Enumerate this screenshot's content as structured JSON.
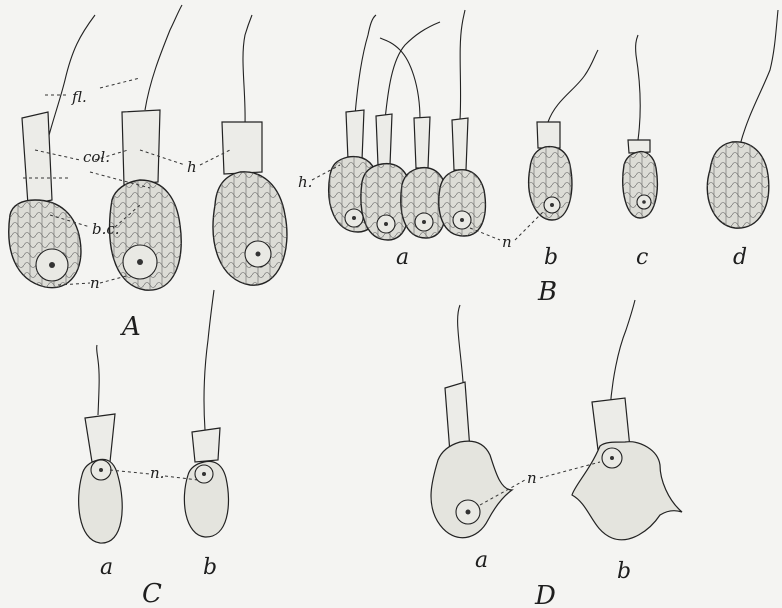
{
  "figure": {
    "panels": {
      "A": {
        "label": "A",
        "annotations": {
          "fl": "fl.",
          "col": "col.",
          "h": "h",
          "bc": "b.c.",
          "n": "n"
        }
      },
      "B": {
        "label": "B",
        "sublabels": [
          "a",
          "b",
          "c",
          "d"
        ],
        "annotations": {
          "h": "h.",
          "n": "n"
        }
      },
      "C": {
        "label": "C",
        "sublabels": [
          "a",
          "b"
        ],
        "annotations": {
          "n": "n."
        }
      },
      "D": {
        "label": "D",
        "sublabels": [
          "a",
          "b"
        ],
        "annotations": {
          "n": "n"
        }
      }
    }
  }
}
